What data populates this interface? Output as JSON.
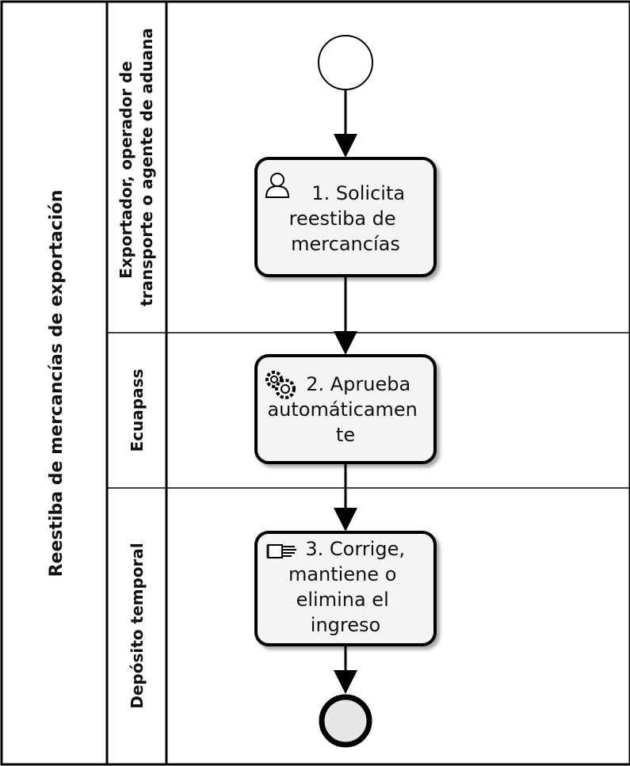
{
  "pool": {
    "title": "Reestiba de mercancías de exportación"
  },
  "lanes": [
    {
      "lines": [
        "Exportador, operador de",
        "transporte o agente de aduana"
      ]
    },
    {
      "lines": [
        "Ecuapass"
      ]
    },
    {
      "lines": [
        "Depósito temporal"
      ]
    }
  ],
  "tasks": [
    {
      "icon": "user-icon",
      "lines": [
        "1. Solicita",
        "reestiba de",
        "mercancías"
      ]
    },
    {
      "icon": "gear-icon",
      "lines": [
        "2. Aprueba",
        "automáticamen",
        "te"
      ]
    },
    {
      "icon": "hand-icon",
      "lines": [
        "3. Corrige,",
        "mantiene o",
        "elimina el",
        "ingreso"
      ]
    }
  ],
  "colors": {
    "task_fill": "#f4f4f4",
    "end_fill": "#e6e6e6",
    "line": "#000000"
  }
}
